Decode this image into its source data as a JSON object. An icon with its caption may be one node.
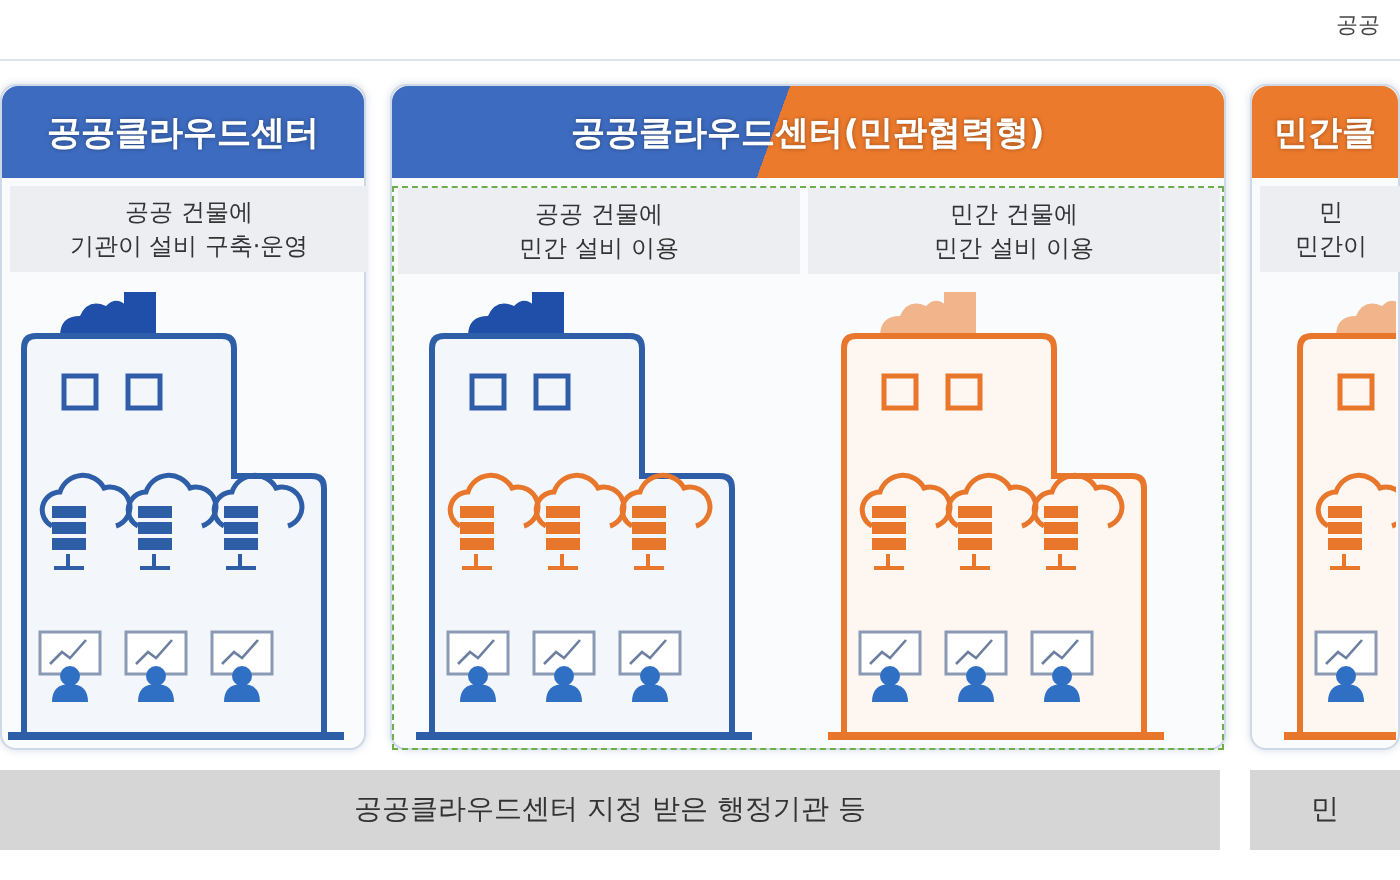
{
  "diagram": {
    "nodes": [
      {
        "text": [
          "공공클라우드센터"
        ]
      },
      {
        "text": [
          "공공 건물에 기관이 설비 구축·운영"
        ],
        "in": 0
      },
      {
        "text": [
          "공공클라우드센터(민관협력형)"
        ]
      },
      {
        "text": [],
        "shape": "box",
        "in": 2
      },
      {
        "text": [
          "공공 건물에 민간 설비 이용"
        ],
        "in": 3
      },
      {
        "text": [
          "민간 건물에 민간 설비 이용"
        ],
        "in": 3
      },
      {
        "text": [
          "민간클"
        ]
      },
      {
        "text": [
          "민 민간이"
        ],
        "in": 6
      },
      {
        "text": [
          "공공클라우드센터 지정 받은 행정기관 등"
        ]
      },
      {
        "text": [
          "민"
        ]
      }
    ],
    "labels": [
      "공공"
    ]
  }
}
